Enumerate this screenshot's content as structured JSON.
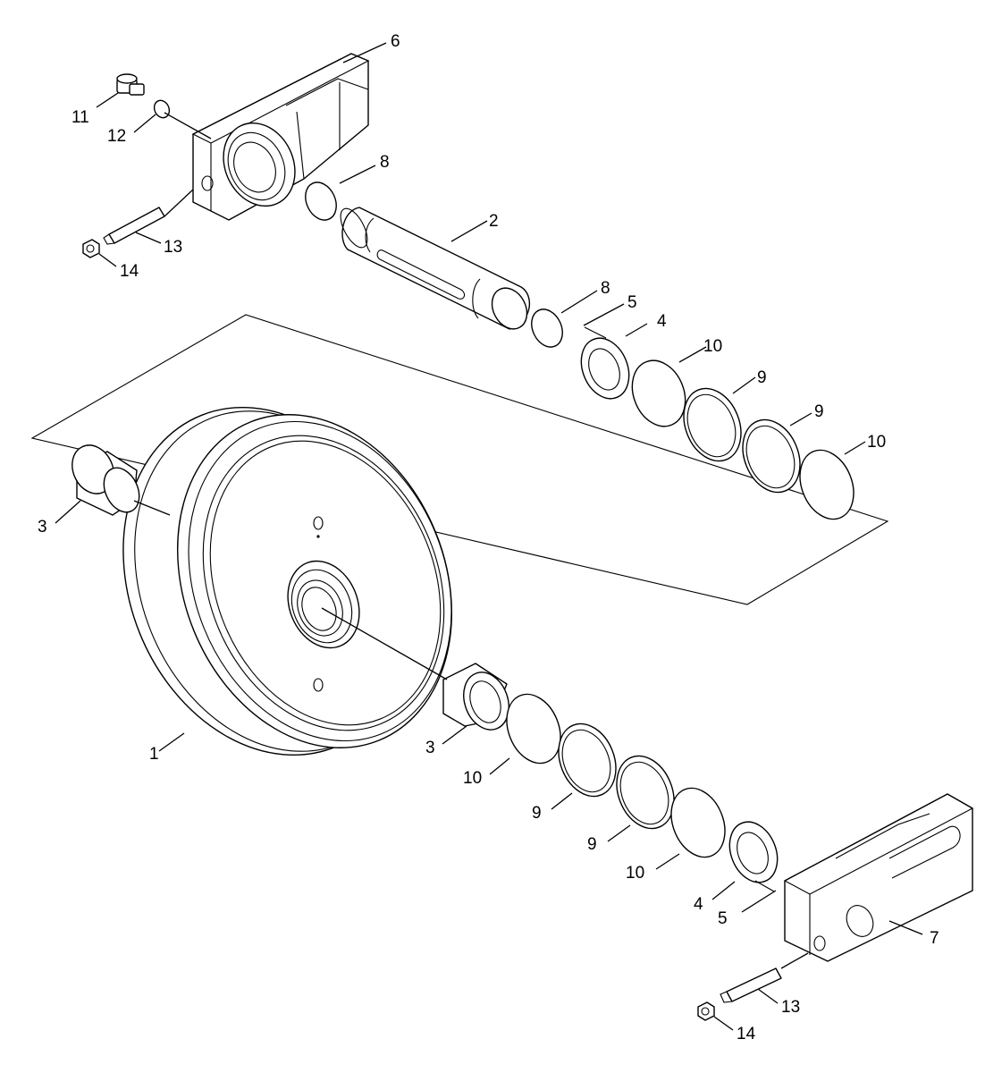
{
  "callouts": [
    {
      "id": "1"
    },
    {
      "id": "2"
    },
    {
      "id": "3"
    },
    {
      "id": "3b"
    },
    {
      "id": "4"
    },
    {
      "id": "4b"
    },
    {
      "id": "5"
    },
    {
      "id": "5b"
    },
    {
      "id": "6"
    },
    {
      "id": "7"
    },
    {
      "id": "8"
    },
    {
      "id": "8b"
    },
    {
      "id": "9"
    },
    {
      "id": "9b"
    },
    {
      "id": "9c"
    },
    {
      "id": "9d"
    },
    {
      "id": "10"
    },
    {
      "id": "10b"
    },
    {
      "id": "10c"
    },
    {
      "id": "10d"
    },
    {
      "id": "11"
    },
    {
      "id": "12"
    },
    {
      "id": "13"
    },
    {
      "id": "13b"
    },
    {
      "id": "14"
    },
    {
      "id": "14b"
    }
  ],
  "labels": {
    "p1": "1",
    "p2": "2",
    "p3a": "3",
    "p3b": "3",
    "p4a": "4",
    "p4b": "4",
    "p5a": "5",
    "p5b": "5",
    "p6": "6",
    "p7": "7",
    "p8a": "8",
    "p8b": "8",
    "p9a": "9",
    "p9b": "9",
    "p9c": "9",
    "p9d": "9",
    "p10a": "10",
    "p10b": "10",
    "p10c": "10",
    "p10d": "10",
    "p11": "11",
    "p12": "12",
    "p13a": "13",
    "p13b": "13",
    "p14a": "14",
    "p14b": "14"
  }
}
